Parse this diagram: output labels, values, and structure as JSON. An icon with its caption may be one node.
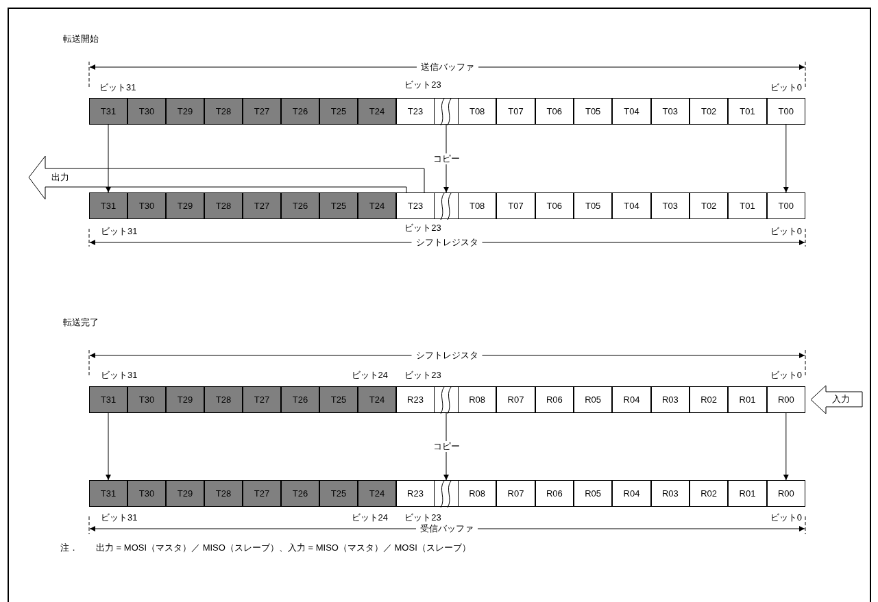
{
  "diagram": {
    "nodes": [
      {
        "text": [
          "T31"
        ]
      },
      {
        "text": [
          "T30"
        ]
      },
      {
        "text": [
          "T29"
        ]
      },
      {
        "text": [
          "T28"
        ]
      },
      {
        "text": [
          "T27"
        ]
      },
      {
        "text": [
          "T26"
        ]
      },
      {
        "text": [
          "T25"
        ]
      },
      {
        "text": [
          "T24"
        ]
      },
      {
        "text": [
          "T23"
        ]
      },
      {
        "text": [],
        "shape": "box"
      },
      {
        "text": [
          "T08"
        ]
      },
      {
        "text": [
          "T07"
        ]
      },
      {
        "text": [
          "T06"
        ]
      },
      {
        "text": [
          "T05"
        ]
      },
      {
        "text": [
          "T04"
        ]
      },
      {
        "text": [
          "T03"
        ]
      },
      {
        "text": [
          "T02"
        ]
      },
      {
        "text": [
          "T01"
        ]
      },
      {
        "text": [
          "T00"
        ]
      },
      {
        "text": [
          "出力"
        ]
      },
      {
        "text": [
          "T31"
        ]
      },
      {
        "text": [
          "T30"
        ]
      },
      {
        "text": [
          "T29"
        ]
      },
      {
        "text": [
          "T28"
        ]
      },
      {
        "text": [
          "T27"
        ]
      },
      {
        "text": [
          "T26"
        ]
      },
      {
        "text": [
          "T25"
        ]
      },
      {
        "text": [
          "T24"
        ]
      },
      {
        "text": [
          "T23"
        ]
      },
      {
        "text": [],
        "shape": "box"
      },
      {
        "text": [
          "T08"
        ]
      },
      {
        "text": [
          "T07"
        ]
      },
      {
        "text": [
          "T06"
        ]
      },
      {
        "text": [
          "T05"
        ]
      },
      {
        "text": [
          "T04"
        ]
      },
      {
        "text": [
          "T03"
        ]
      },
      {
        "text": [
          "T02"
        ]
      },
      {
        "text": [
          "T01"
        ]
      },
      {
        "text": [
          "T00"
        ]
      },
      {
        "text": [
          "T31"
        ]
      },
      {
        "text": [
          "T30"
        ]
      },
      {
        "text": [
          "T29"
        ]
      },
      {
        "text": [
          "T28"
        ]
      },
      {
        "text": [
          "T27"
        ]
      },
      {
        "text": [
          "T26"
        ]
      },
      {
        "text": [
          "T25"
        ]
      },
      {
        "text": [
          "T24"
        ]
      },
      {
        "text": [
          "R23"
        ]
      },
      {
        "text": [],
        "shape": "box"
      },
      {
        "text": [
          "R08"
        ]
      },
      {
        "text": [
          "R07"
        ]
      },
      {
        "text": [
          "R06"
        ]
      },
      {
        "text": [
          "R05"
        ]
      },
      {
        "text": [
          "R04"
        ]
      },
      {
        "text": [
          "R03"
        ]
      },
      {
        "text": [
          "R02"
        ]
      },
      {
        "text": [
          "R01"
        ]
      },
      {
        "text": [
          "R00"
        ]
      },
      {
        "text": [
          "入力"
        ]
      },
      {
        "text": [
          "T31"
        ]
      },
      {
        "text": [
          "T30"
        ]
      },
      {
        "text": [
          "T29"
        ]
      },
      {
        "text": [
          "T28"
        ]
      },
      {
        "text": [
          "T27"
        ]
      },
      {
        "text": [
          "T26"
        ]
      },
      {
        "text": [
          "T25"
        ]
      },
      {
        "text": [
          "T24"
        ]
      },
      {
        "text": [
          "R23"
        ]
      },
      {
        "text": [],
        "shape": "box"
      },
      {
        "text": [
          "R08"
        ]
      },
      {
        "text": [
          "R07"
        ]
      },
      {
        "text": [
          "R06"
        ]
      },
      {
        "text": [
          "R05"
        ]
      },
      {
        "text": [
          "R04"
        ]
      },
      {
        "text": [
          "R03"
        ]
      },
      {
        "text": [
          "R02"
        ]
      },
      {
        "text": [
          "R01"
        ]
      },
      {
        "text": [
          "R00"
        ]
      }
    ],
    "edges": [
      {
        "from": 0,
        "to": 20,
        "arrow": "to"
      },
      {
        "from": 9,
        "to": 29,
        "arrow": "to",
        "label": "コピー"
      },
      {
        "from": 18,
        "to": 38,
        "arrow": "to"
      },
      {
        "from": 39,
        "to": 59,
        "arrow": "to"
      },
      {
        "from": 48,
        "to": 68,
        "arrow": "to",
        "label": "コピー"
      },
      {
        "from": 57,
        "to": 77,
        "arrow": "to"
      },
      {
        "from": 28,
        "to": 19,
        "arrow": "none"
      }
    ],
    "labels": [
      "転送開始",
      "送信バッファ",
      "ビット31",
      "ビット23",
      "ビット0",
      "ビット31",
      "ビット23",
      "ビット0",
      "シフトレジスタ",
      "転送完了",
      "シフトレジスタ",
      "ビット31",
      "ビット24",
      "ビット23",
      "ビット0",
      "ビット31",
      "ビット24",
      "ビット23",
      "ビット0",
      "受信バッファ",
      "注．",
      "出力 = MOSI（マスタ）／ MISO（スレーブ）、入力 = MISO（マスタ）／ MOSI（スレーブ）"
    ]
  }
}
